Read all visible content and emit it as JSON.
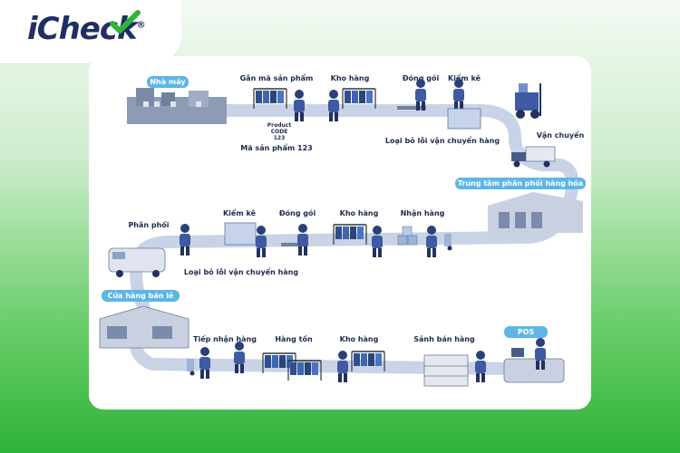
{
  "brand": {
    "logo_text": "iCheck",
    "reg_mark": "®",
    "accent": "#2fb338",
    "navy": "#1f2f63"
  },
  "flow": {
    "row1": {
      "start_badge": "Nhà máy",
      "steps": [
        "Gắn mã sản phẩm",
        "Kho hàng",
        "Đóng gói",
        "Kiểm kê"
      ],
      "product_tag": [
        "Product",
        "CODE",
        "123"
      ],
      "caption_code": "Mã sản phẩm 123",
      "caption_reject": "Loại bỏ lỗi vận chuyển hàng",
      "transport": "Vận chuyển"
    },
    "row2": {
      "center_badge": "Trung tâm phân phối hàng hóa",
      "steps": [
        "Phân phối",
        "Kiểm kê",
        "Đóng gói",
        "Kho hàng",
        "Nhận hàng"
      ],
      "caption_reject": "Loại bỏ lỗi vận chuyển hàng"
    },
    "row3": {
      "store_badge": "Cửa hàng bán lẻ",
      "steps": [
        "Tiếp nhận hàng",
        "Hàng tồn",
        "Kho hàng",
        "Sảnh bán hàng"
      ],
      "pos_badge": "POS"
    }
  },
  "icons": [
    "factory-icon",
    "worker-icon",
    "clothes-rack-icon",
    "forklift-icon",
    "truck-icon",
    "warehouse-icon",
    "van-icon",
    "storefront-icon",
    "cashier-icon",
    "hand-truck-icon",
    "package-icon"
  ]
}
